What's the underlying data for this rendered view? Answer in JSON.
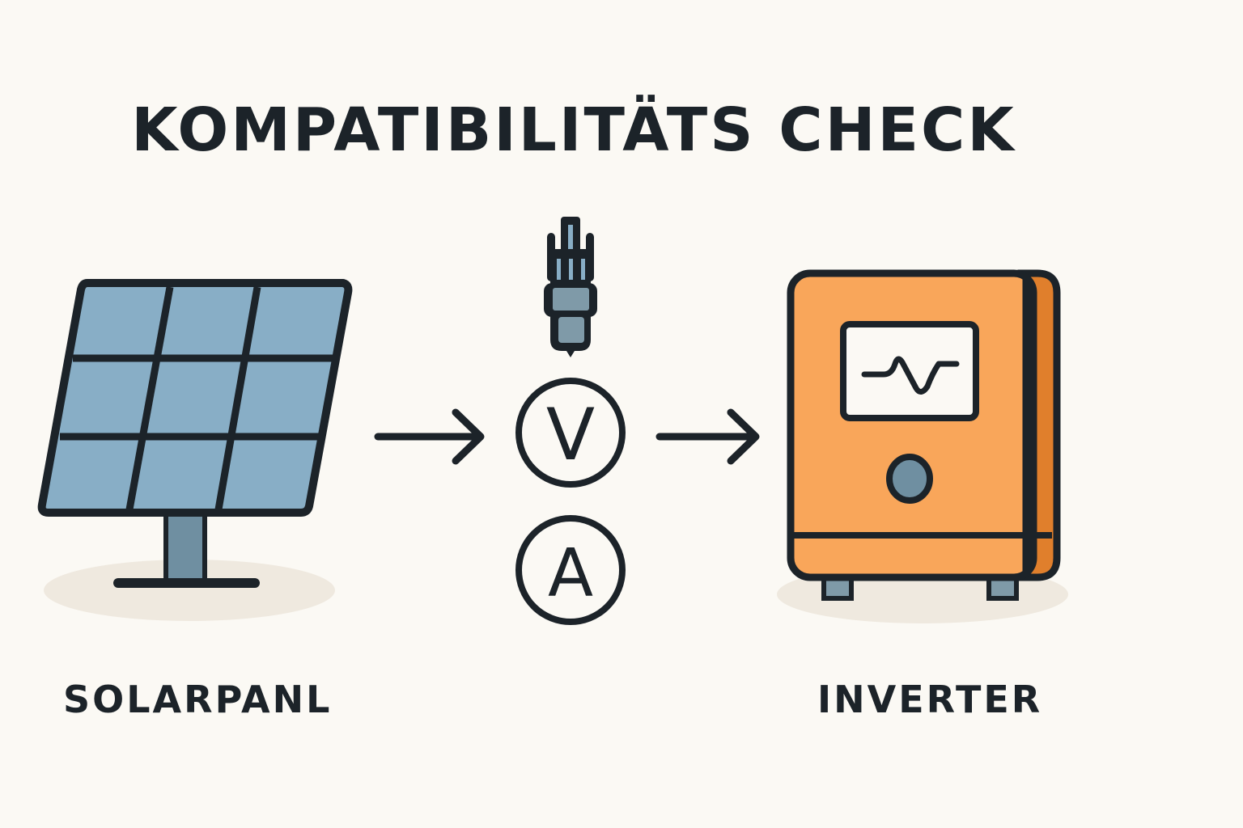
{
  "title": "KOMPATIBILITÄTS CHECK",
  "labels": {
    "solar_panel": "SOLARPANL",
    "inverter": "INVERTER"
  },
  "meters": {
    "voltage": "V",
    "current": "A"
  },
  "colors": {
    "panel_cell": "#88aec6",
    "outline": "#1c2329",
    "inverter_body": "#f9a65a",
    "inverter_side": "#e07f2c",
    "connector": "#7f9aa8",
    "background": "#fbf9f4"
  }
}
